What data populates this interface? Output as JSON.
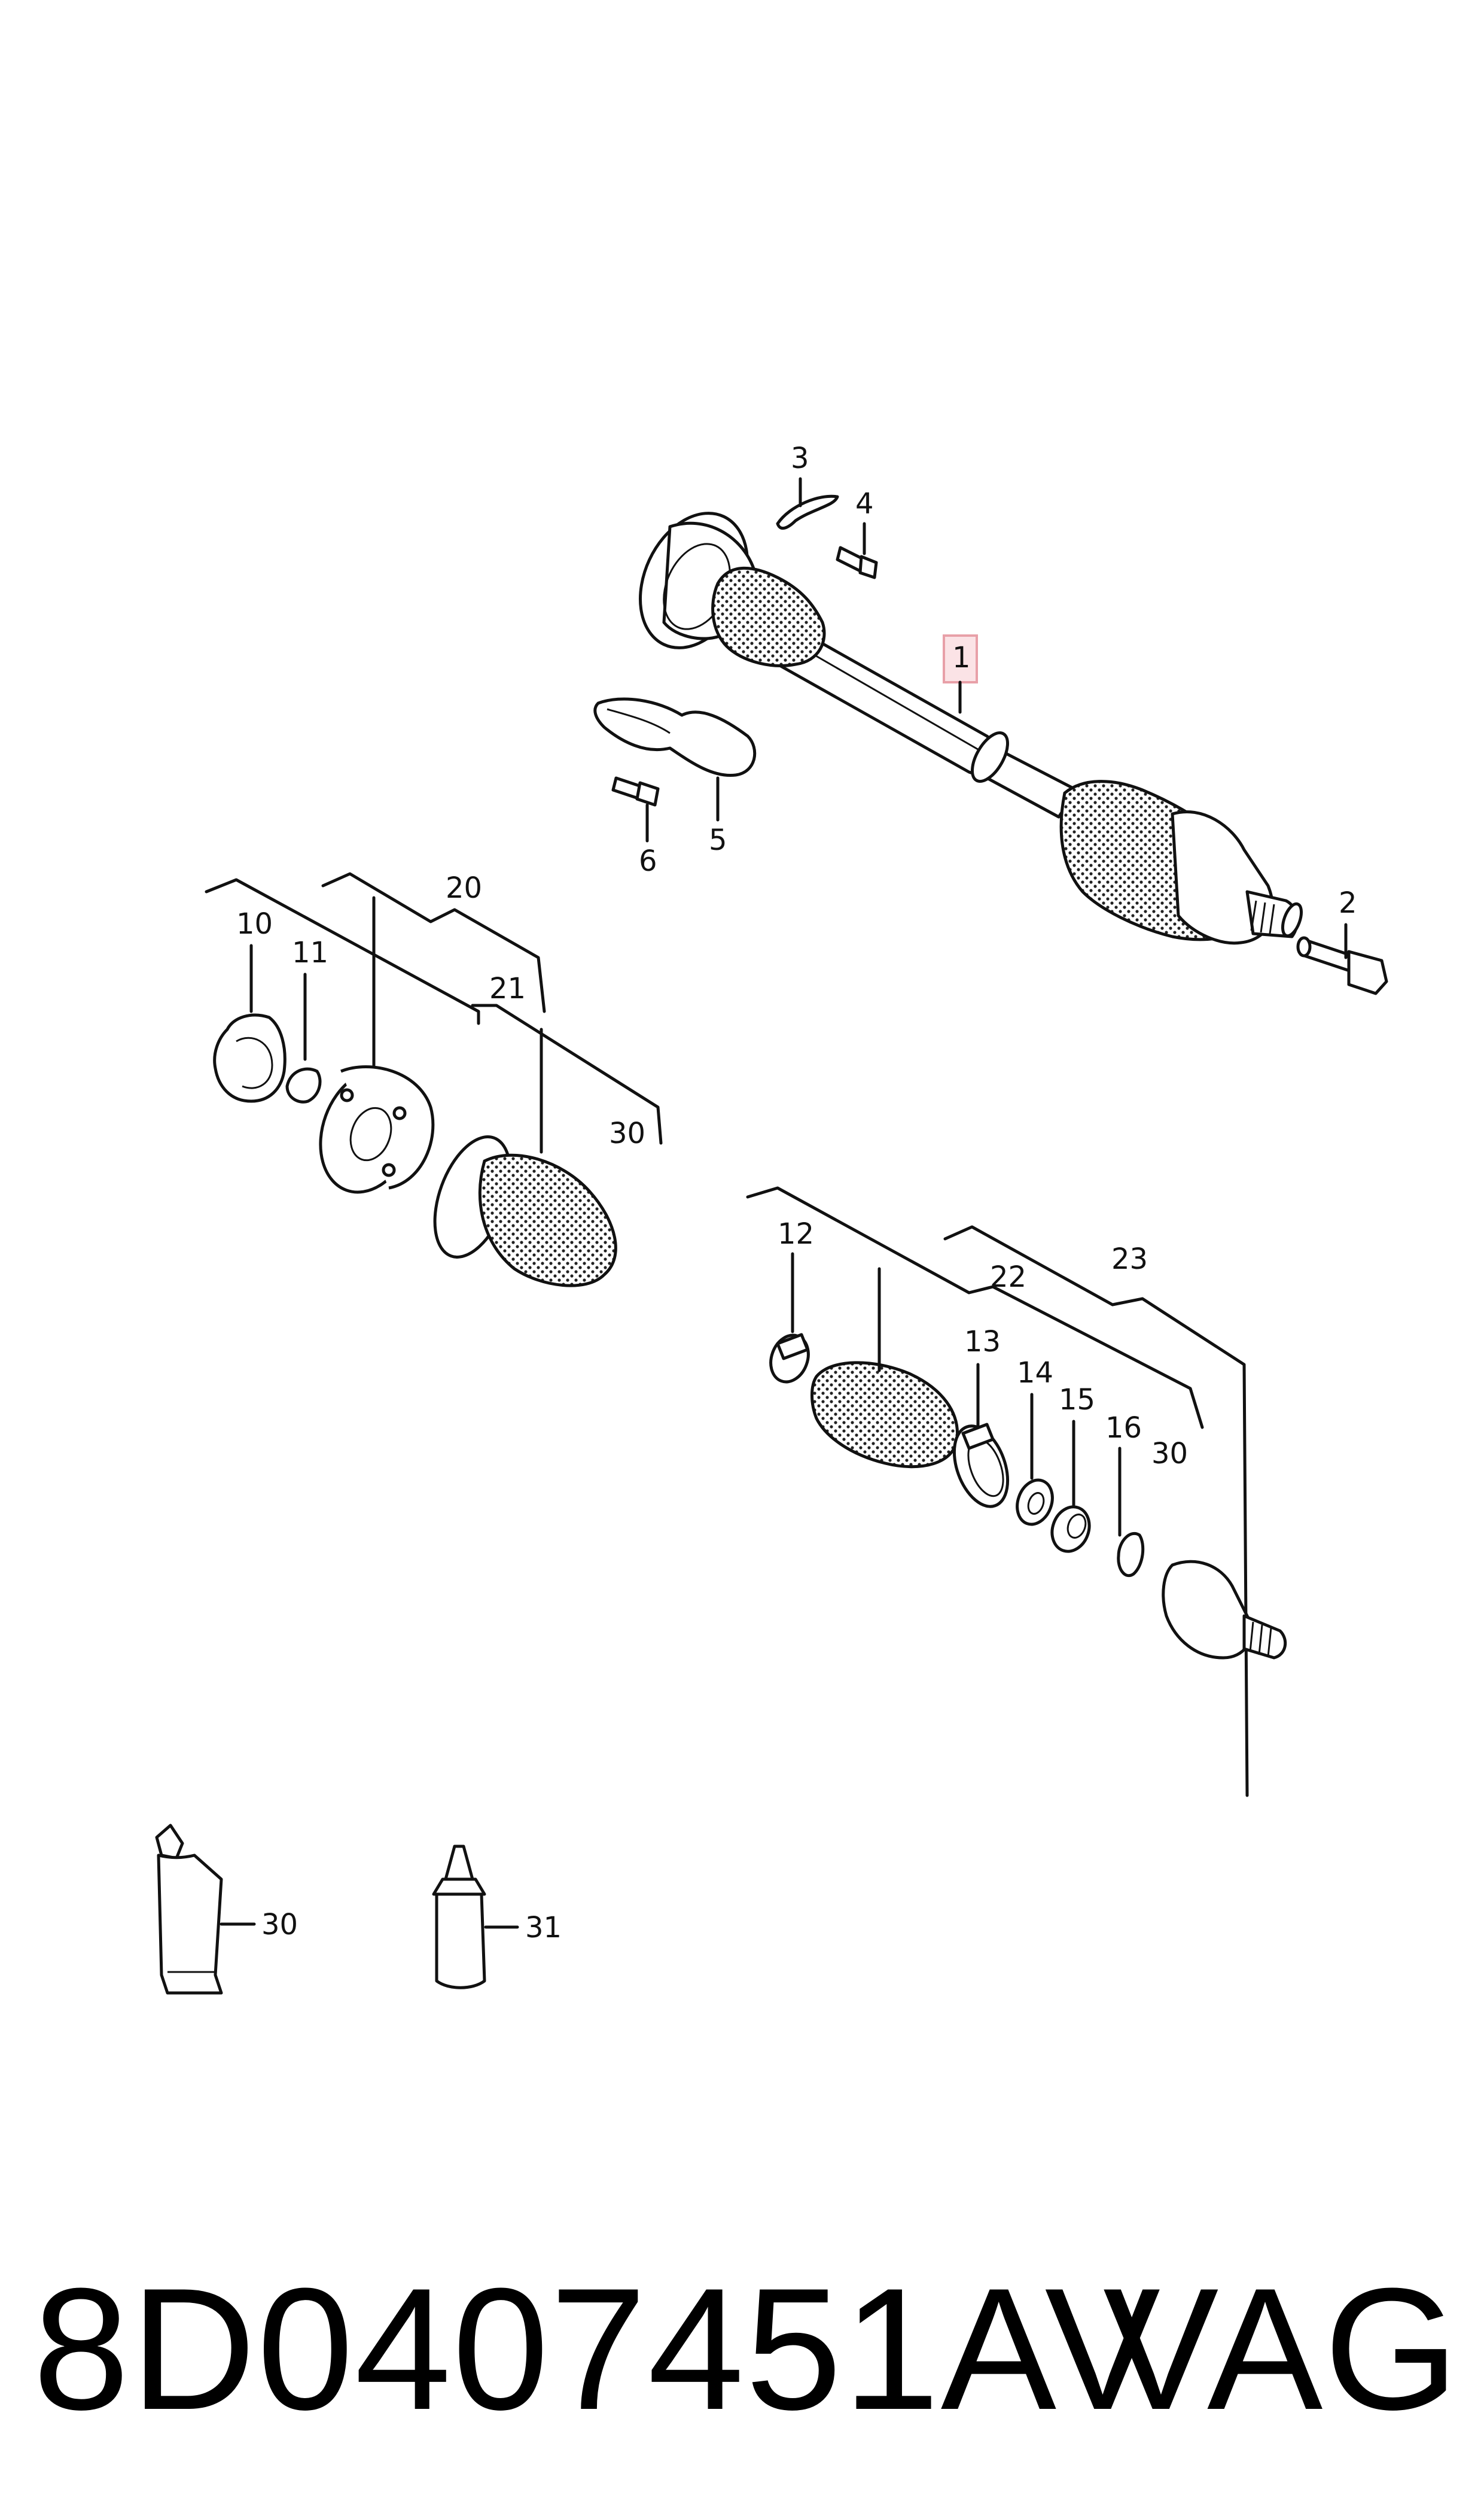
{
  "callouts": {
    "c1": "1",
    "c2": "2",
    "c3": "3",
    "c4": "4",
    "c5": "5",
    "c6": "6",
    "c10": "10",
    "c11": "11",
    "c12": "12",
    "c13": "13",
    "c14": "14",
    "c15": "15",
    "c16": "16",
    "c20": "20",
    "c21": "21",
    "c22": "22",
    "c23": "23",
    "c30a": "30",
    "c30b": "30",
    "c30c": "30",
    "c31": "31"
  },
  "highlight_color": "#e8a0a8",
  "caption": {
    "part_number": "8D0407451AV",
    "brand": "VAG"
  }
}
